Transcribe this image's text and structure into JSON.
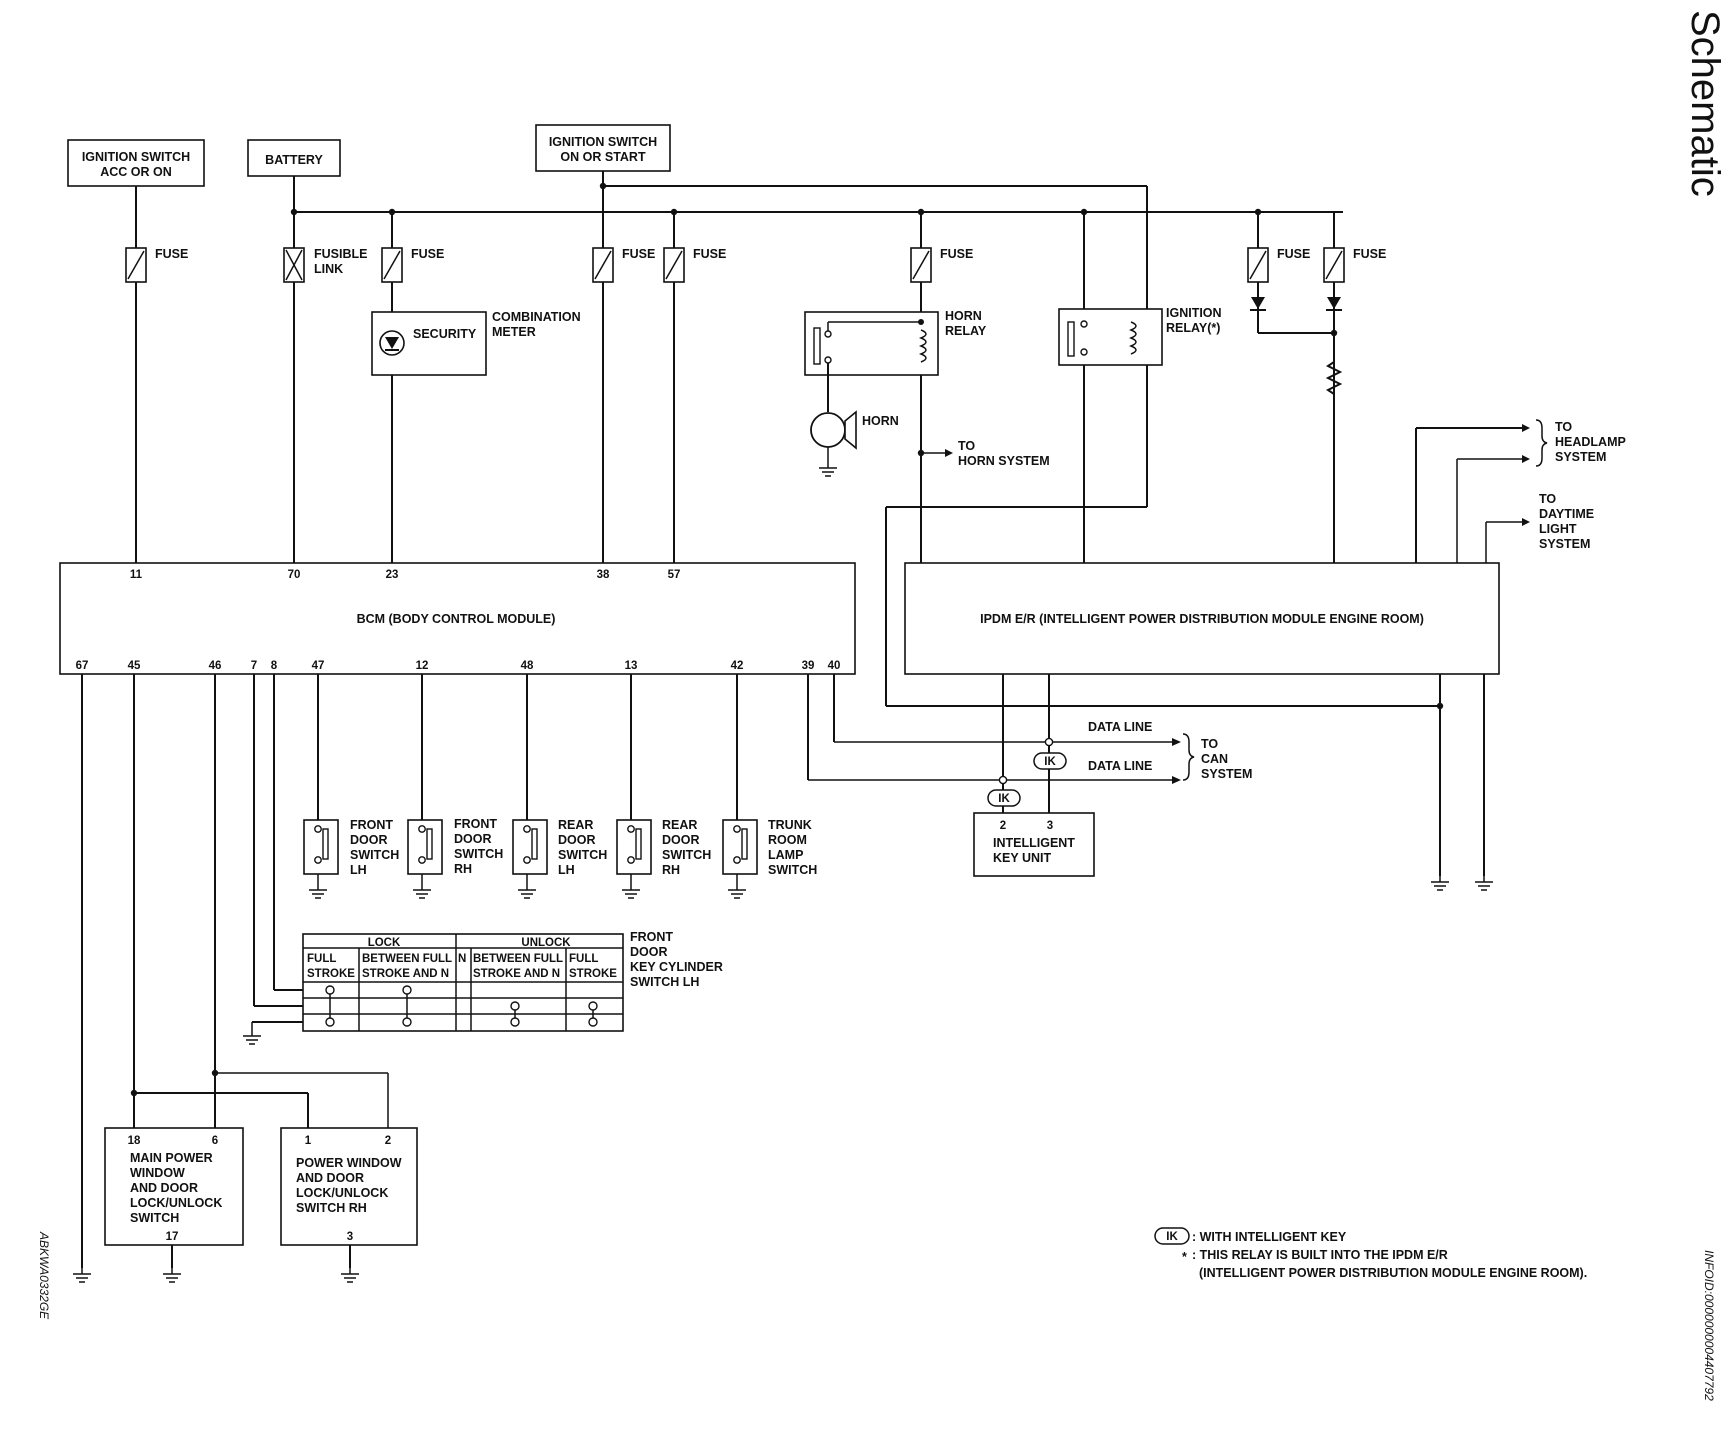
{
  "page": {
    "title": "Schematic",
    "doc_code": "INFOID:0000000004407792",
    "figure_code": "ABKWA0332GE"
  },
  "sources": {
    "ignition_acc": [
      "IGNITION SWITCH",
      "ACC OR ON"
    ],
    "battery": "BATTERY",
    "ignition_start": [
      "IGNITION SWITCH",
      "ON OR START"
    ]
  },
  "fuse_labels": {
    "fuse": "FUSE",
    "fusible_link": [
      "FUSIBLE",
      "LINK"
    ]
  },
  "components": {
    "combination_meter": [
      "COMBINATION",
      "METER"
    ],
    "security": "SECURITY",
    "horn_relay": [
      "HORN",
      "RELAY"
    ],
    "horn": "HORN",
    "to_horn": [
      "TO",
      "HORN SYSTEM"
    ],
    "ignition_relay": [
      "IGNITION",
      "RELAY(*)"
    ],
    "to_headlamp": [
      "TO",
      "HEADLAMP",
      "SYSTEM"
    ],
    "to_daytime": [
      "TO",
      "DAYTIME",
      "LIGHT",
      "SYSTEM"
    ],
    "bcm": "BCM (BODY CONTROL MODULE)",
    "ipdm": "IPDM E/R (INTELLIGENT POWER DISTRIBUTION MODULE ENGINE ROOM)",
    "data_line_1": "DATA LINE",
    "data_line_2": "DATA LINE",
    "to_can": [
      "TO",
      "CAN",
      "SYSTEM"
    ],
    "ik": "IK",
    "intelligent_key_unit": [
      "INTELLIGENT",
      "KEY  UNIT"
    ],
    "front_door_lh": [
      "FRONT",
      "DOOR",
      "SWITCH",
      "LH"
    ],
    "front_door_rh": [
      "FRONT",
      "DOOR",
      "SWITCH",
      "RH"
    ],
    "rear_door_lh": [
      "REAR",
      "DOOR",
      "SWITCH",
      "LH"
    ],
    "rear_door_rh": [
      "REAR",
      "DOOR",
      "SWITCH",
      "RH"
    ],
    "trunk_switch": [
      "TRUNK",
      "ROOM",
      "LAMP",
      "SWITCH"
    ],
    "key_cylinder": [
      "FRONT",
      "DOOR",
      "KEY CYLINDER",
      "SWITCH LH"
    ],
    "main_pw_switch": [
      "MAIN POWER",
      "WINDOW",
      "AND DOOR",
      "LOCK/UNLOCK",
      "SWITCH"
    ],
    "pw_switch_rh": [
      "POWER WINDOW",
      "AND DOOR",
      "LOCK/UNLOCK",
      "SWITCH RH"
    ]
  },
  "key_cylinder_table": {
    "lock": "LOCK",
    "unlock": "UNLOCK",
    "lock_full": [
      "FULL",
      "STROKE"
    ],
    "lock_between": [
      "BETWEEN FULL",
      "STROKE AND N"
    ],
    "n": "N",
    "unlock_between": [
      "BETWEEN FULL",
      "STROKE AND N"
    ],
    "unlock_full": [
      "FULL",
      "STROKE"
    ]
  },
  "pins": {
    "bcm_top": {
      "p11": "11",
      "p70": "70",
      "p23": "23",
      "p38": "38",
      "p57": "57"
    },
    "bcm_bottom": {
      "p67": "67",
      "p45": "45",
      "p46": "46",
      "p7": "7",
      "p8": "8",
      "p47": "47",
      "p12": "12",
      "p48": "48",
      "p13": "13",
      "p42": "42",
      "p39": "39",
      "p40": "40"
    },
    "iku": {
      "p2": "2",
      "p3": "3"
    },
    "main_pw": {
      "p18": "18",
      "p6": "6",
      "p17": "17"
    },
    "pw_rh": {
      "p1": "1",
      "p2": "2",
      "p3": "3"
    }
  },
  "legend": {
    "ik_symbol": "IK",
    "ik_text": ": WITH INTELLIGENT KEY",
    "star": "*",
    "star_text_1": ": THIS RELAY IS BUILT INTO THE IPDM E/R",
    "star_text_2": "(INTELLIGENT POWER DISTRIBUTION MODULE ENGINE ROOM)."
  }
}
